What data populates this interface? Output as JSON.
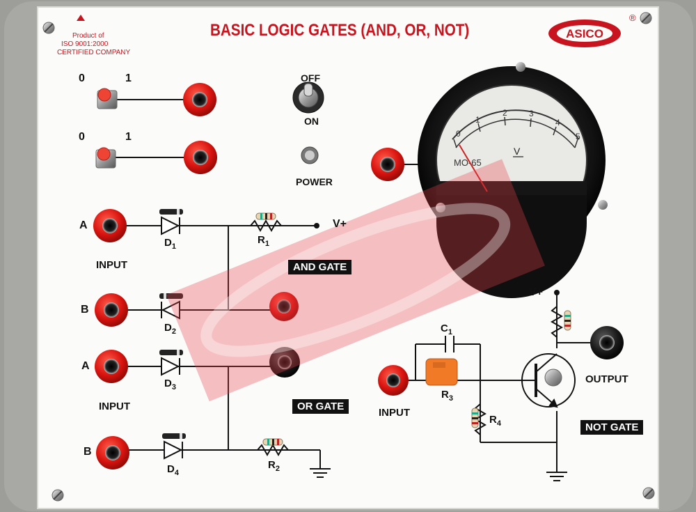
{
  "title": "BASIC LOGIC GATES (AND, OR, NOT)",
  "branding": {
    "logo_text": "ASICO",
    "registered_mark": "®"
  },
  "certification": {
    "line1": "Product of",
    "line2": "ISO 9001:2000",
    "line3": "CERTIFIED COMPANY"
  },
  "switches": [
    {
      "off_label": "0",
      "on_label": "1"
    },
    {
      "off_label": "0",
      "on_label": "1"
    }
  ],
  "power": {
    "off_label": "OFF",
    "on_label": "ON",
    "label": "POWER"
  },
  "meter": {
    "scale": [
      "0",
      "1",
      "2",
      "3",
      "4",
      "5"
    ],
    "unit": "V",
    "model": "MO-65"
  },
  "and_gate": {
    "title": "AND GATE",
    "input_a": "A",
    "input_b": "B",
    "input_label": "INPUT",
    "d1": {
      "letter": "D",
      "index": "1"
    },
    "d2": {
      "letter": "D",
      "index": "2"
    },
    "r1": {
      "letter": "R",
      "index": "1"
    },
    "vplus": "V+"
  },
  "or_gate": {
    "title": "OR GATE",
    "input_a": "A",
    "input_b": "B",
    "input_label": "INPUT",
    "d3": {
      "letter": "D",
      "index": "3"
    },
    "d4": {
      "letter": "D",
      "index": "4"
    },
    "r2": {
      "letter": "R",
      "index": "2"
    }
  },
  "not_gate": {
    "title": "NOT GATE",
    "vplus": "V+",
    "c1": {
      "letter": "C",
      "index": "1"
    },
    "r3": {
      "letter": "R",
      "index": "3"
    },
    "r4": {
      "letter": "R",
      "index": "4"
    },
    "input_label": "INPUT",
    "output_label": "OUTPUT"
  },
  "colors": {
    "brand_red": "#c8141e",
    "jack_red": "#d8140f",
    "panel": "#fbfbf9",
    "frame": "#9d9d9a",
    "capacitor_orange": "#f07a25"
  },
  "icons": [
    "corner-screw-icon",
    "ground-symbol-icon",
    "company-emblem-icon"
  ]
}
